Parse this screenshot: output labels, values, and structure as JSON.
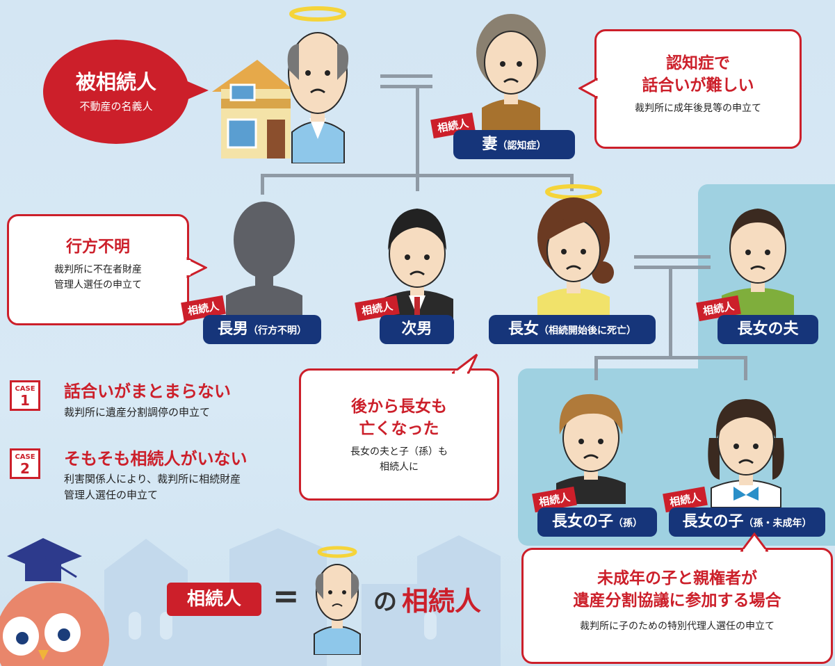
{
  "deceased": {
    "title": "被相続人",
    "subtitle": "不動産の名義人"
  },
  "tag_heir": "相続人",
  "people": {
    "wife": {
      "name": "妻",
      "note": "（認知症）"
    },
    "eldest_son": {
      "name": "長男",
      "note": "（行方不明）"
    },
    "second_son": {
      "name": "次男",
      "note": ""
    },
    "eldest_daughter": {
      "name": "長女",
      "note": "（相続開始後に死亡）"
    },
    "daughter_husband": {
      "name": "長女の夫",
      "note": ""
    },
    "grandchild1": {
      "name": "長女の子",
      "note": "（孫）"
    },
    "grandchild2": {
      "name": "長女の子",
      "note": "（孫・未成年）"
    }
  },
  "bubbles": {
    "dementia": {
      "title_line1": "認知症で",
      "title_line2": "話合いが難しい",
      "sub": "裁判所に成年後見等の申立て"
    },
    "missing": {
      "title": "行方不明",
      "sub_line1": "裁判所に不在者財産",
      "sub_line2": "管理人選任の申立て"
    },
    "later_death": {
      "title_line1": "後から長女も",
      "title_line2": "亡くなった",
      "sub_line1": "長女の夫と子（孫）も",
      "sub_line2": "相続人に"
    },
    "minor": {
      "title_line1": "未成年の子と親権者が",
      "title_line2": "遺産分割協議に参加する場合",
      "sub": "裁判所に子のための特別代理人選任の申立て"
    }
  },
  "cases": [
    {
      "label": "CASE",
      "number": "1",
      "title": "話合いがまとまらない",
      "desc_line1": "裁判所に遺産分割調停の申立て",
      "desc_line2": ""
    },
    {
      "label": "CASE",
      "number": "2",
      "title": "そもそも相続人がいない",
      "desc_line1": "利害関係人により、裁判所に相続財産",
      "desc_line2": "管理人選任の申立て"
    }
  ],
  "equation": {
    "left": "相続人",
    "equals": "=",
    "particle": "の",
    "right": "相続人"
  },
  "colors": {
    "accent_red": "#cc1f2a",
    "navy": "#16357a",
    "line_gray": "#8f9aa5",
    "highlight": "#9fd1e1"
  }
}
